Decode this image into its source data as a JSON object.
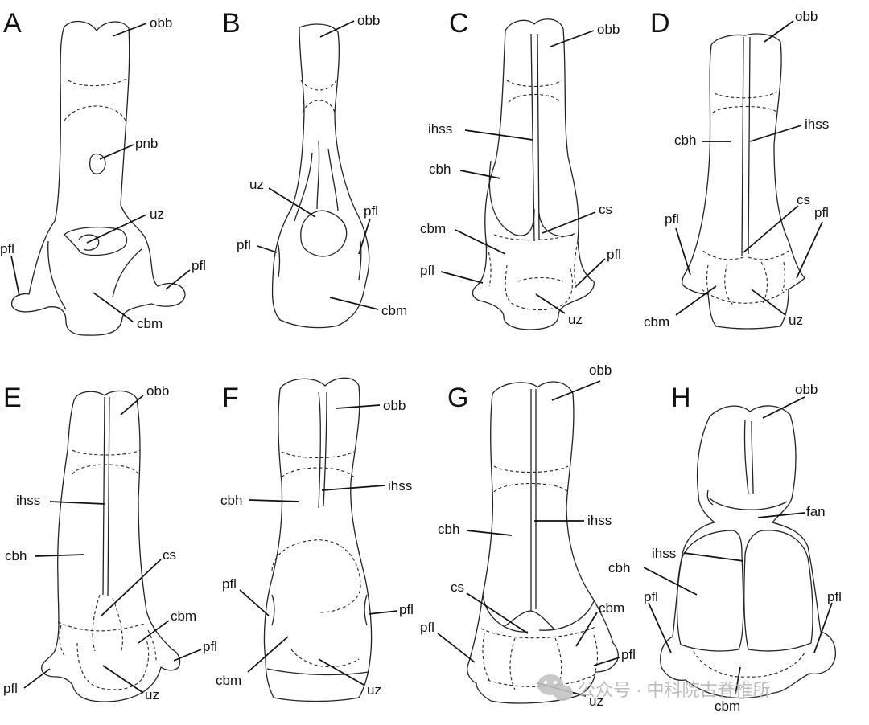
{
  "figure": {
    "panels": {
      "A": {
        "letter": "A",
        "labels": {
          "obb": "obb",
          "pnb": "pnb",
          "uz": "uz",
          "pfl_left": "pfl",
          "pfl_right": "pfl",
          "cbm": "cbm"
        }
      },
      "B": {
        "letter": "B",
        "labels": {
          "obb": "obb",
          "uz": "uz",
          "pfl_left": "pfl",
          "pfl_right": "pfl",
          "cbm": "cbm"
        }
      },
      "C": {
        "letter": "C",
        "labels": {
          "obb": "obb",
          "ihss": "ihss",
          "cbh": "cbh",
          "cs": "cs",
          "cbm": "cbm",
          "pfl_left": "pfl",
          "pfl_right": "pfl",
          "uz": "uz"
        }
      },
      "D": {
        "letter": "D",
        "labels": {
          "obb": "obb",
          "cbh": "cbh",
          "ihss": "ihss",
          "cs": "cs",
          "pfl_left": "pfl",
          "pfl_right": "pfl",
          "cbm": "cbm",
          "uz": "uz"
        }
      },
      "E": {
        "letter": "E",
        "labels": {
          "obb": "obb",
          "ihss": "ihss",
          "cbh": "cbh",
          "cs": "cs",
          "cbm": "cbm",
          "pfl_right": "pfl",
          "pfl_left": "pfl",
          "uz": "uz"
        }
      },
      "F": {
        "letter": "F",
        "labels": {
          "obb": "obb",
          "cbh": "cbh",
          "ihss": "ihss",
          "pfl_left": "pfl",
          "pfl_right": "pfl",
          "cbm": "cbm",
          "uz": "uz"
        }
      },
      "G": {
        "letter": "G",
        "labels": {
          "obb": "obb",
          "ihss": "ihss",
          "cbh": "cbh",
          "cs": "cs",
          "cbm": "cbm",
          "pfl_left": "pfl",
          "pfl_right": "pfl",
          "uz": "uz"
        }
      },
      "H": {
        "letter": "H",
        "labels": {
          "obb": "obb",
          "fan": "fan",
          "ihss": "ihss",
          "cbh": "cbh",
          "pfl_left": "pfl",
          "pfl_right": "pfl",
          "cbm": "cbm"
        }
      }
    }
  },
  "watermark": {
    "text": "公众号 · 中科院古脊椎所"
  }
}
